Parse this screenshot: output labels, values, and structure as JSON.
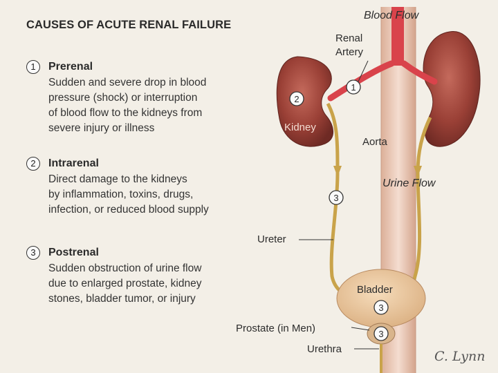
{
  "title": "CAUSES OF ACUTE RENAL FAILURE",
  "causes": [
    {
      "number": "1",
      "title": "Prerenal",
      "text": "Sudden and severe drop in blood\npressure (shock) or interruption\nof blood flow to the kidneys from\nsevere injury or illness"
    },
    {
      "number": "2",
      "title": "Intrarenal",
      "text": "Direct damage to the kidneys\nby inflammation, toxins, drugs,\ninfection, or reduced blood supply"
    },
    {
      "number": "3",
      "title": "Postrenal",
      "text": "Sudden obstruction of urine flow\ndue to enlarged prostate, kidney\nstones, bladder tumor, or injury"
    }
  ],
  "diagram": {
    "blood_flow": "Blood Flow",
    "renal_artery_line1": "Renal",
    "renal_artery_line2": "Artery",
    "kidney": "Kidney",
    "aorta": "Aorta",
    "urine_flow": "Urine Flow",
    "ureter": "Ureter",
    "bladder": "Bladder",
    "prostate": "Prostate (in Men)",
    "urethra": "Urethra",
    "marker_1": "1",
    "marker_2": "2",
    "marker_3": "3",
    "signature": "C. Lynn"
  },
  "colors": {
    "kidney": "#8f3a32",
    "artery": "#d9434b",
    "aorta": "#e9c9b7",
    "ureter": "#c9a34a",
    "bladder": "#e8c59a"
  }
}
